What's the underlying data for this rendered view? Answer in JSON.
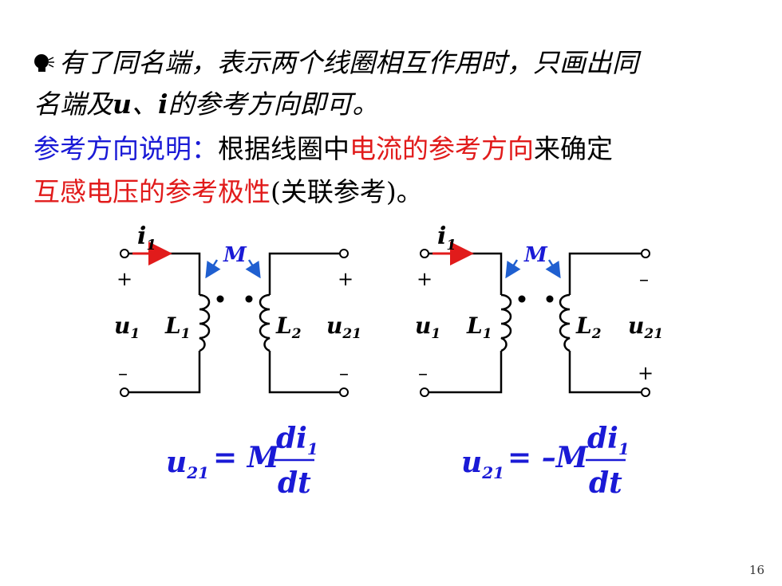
{
  "intro": {
    "icon": "speaking-head-icon",
    "text_a": "有了同名端，表示两个线圈相互作用时，只画出同",
    "text_b_pre": "名端及",
    "sym_u": "u",
    "sep": "、",
    "sym_i": "i",
    "text_b_post": "的参考方向即可。"
  },
  "explanation": {
    "label": "参考方向说明：",
    "text1": "根据线圈中",
    "highlight1": "电流的参考方向",
    "text2": "来确定",
    "highlight2": "互感电压的参考极性",
    "paren": "(关联参考)。"
  },
  "left_circuit": {
    "current": "i",
    "current_sub": "1",
    "mutual": "M",
    "primary_voltage": "u",
    "primary_voltage_sub": "1",
    "primary_inductor": "L",
    "primary_inductor_sub": "1",
    "secondary_inductor": "L",
    "secondary_inductor_sub": "2",
    "secondary_voltage": "u",
    "secondary_voltage_sub": "21",
    "primary_top_sign": "+",
    "primary_bottom_sign": "–",
    "secondary_top_sign": "+",
    "secondary_bottom_sign": "–",
    "formula": {
      "lhs": "u",
      "lhs_sub": "21",
      "rhs": "= M",
      "num": "di",
      "num_sub": "1",
      "den": "dt"
    }
  },
  "right_circuit": {
    "current": "i",
    "current_sub": "1",
    "mutual": "M",
    "primary_voltage": "u",
    "primary_voltage_sub": "1",
    "primary_inductor": "L",
    "primary_inductor_sub": "1",
    "secondary_inductor": "L",
    "secondary_inductor_sub": "2",
    "secondary_voltage": "u",
    "secondary_voltage_sub": "21",
    "primary_top_sign": "+",
    "primary_bottom_sign": "–",
    "secondary_top_sign": "–",
    "secondary_bottom_sign": "+",
    "formula": {
      "lhs": "u",
      "lhs_sub": "21",
      "rhs": "= –M",
      "num": "di",
      "num_sub": "1",
      "den": "dt"
    }
  },
  "page_number": "16",
  "colors": {
    "blue": "#1a1ad6",
    "red": "#e11b1b",
    "arrow_blue": "#1f5fd0",
    "formula_blue": "#1a1ad6"
  }
}
